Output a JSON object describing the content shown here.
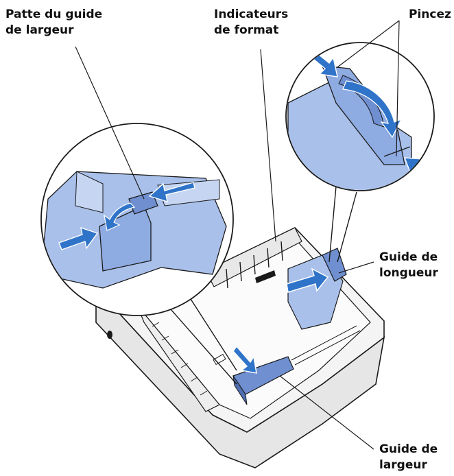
{
  "labels": {
    "width_guide_tab": {
      "line1": "Patte du guide",
      "line2": "de largeur"
    },
    "size_indicators": {
      "line1": "Indicateurs",
      "line2": "de format"
    },
    "squeeze": {
      "line1": "Pincez"
    },
    "length_guide": {
      "line1": "Guide de",
      "line2": "longueur"
    },
    "width_guide": {
      "line1": "Guide de",
      "line2": "largeur"
    }
  },
  "colors": {
    "outline": "#1a1a1a",
    "tray_body": "#f2f2f2",
    "tray_shadow": "#d9d9d9",
    "guide_blue": "#6f8fd0",
    "guide_light_blue": "#a9c0ea",
    "arrow_blue": "#2f74c9",
    "callout_fill": "#ffffff"
  }
}
